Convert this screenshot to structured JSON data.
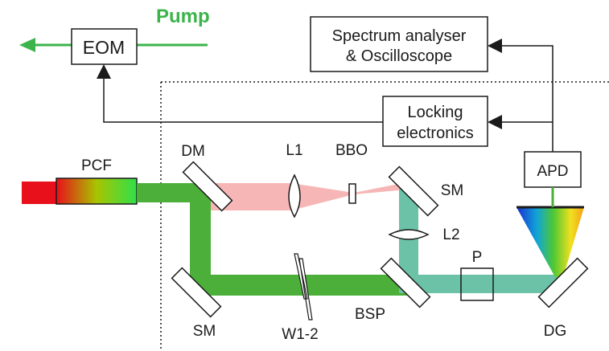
{
  "labels": {
    "pump": "Pump",
    "eom": "EOM",
    "spectrum_line1": "Spectrum analyser",
    "spectrum_line2": "& Oscilloscope",
    "locking_line1": "Locking",
    "locking_line2": "electronics",
    "apd": "APD",
    "pcf": "PCF",
    "dm": "DM",
    "l1": "L1",
    "bbo": "BBO",
    "sm_top": "SM",
    "l2": "L2",
    "p": "P",
    "sm_bottom": "SM",
    "w12": "W1-2",
    "bsp": "BSP",
    "dg": "DG"
  },
  "colors": {
    "pump_green": "#3cb44b",
    "beam_green": "#4caf3a",
    "shg_pink": "#f7b6b6",
    "mixed_teal": "#6cc2a6",
    "laser_red": "#e8101a",
    "line": "#1a1a1a"
  }
}
